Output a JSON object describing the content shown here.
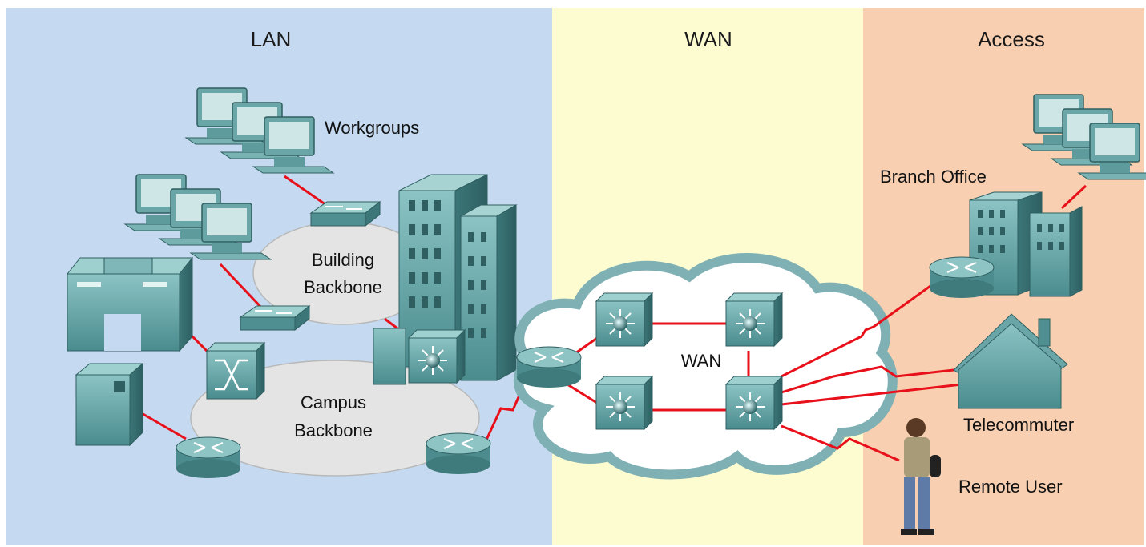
{
  "zones": {
    "lan": {
      "title": "LAN",
      "color": "#c5daf0"
    },
    "wan": {
      "title": "WAN",
      "color": "#fdfbd0"
    },
    "access": {
      "title": "Access",
      "color": "#f8cfb0"
    }
  },
  "labels": {
    "workgroups": "Workgroups",
    "building_backbone_line1": "Building",
    "building_backbone_line2": "Backbone",
    "campus_backbone_line1": "Campus",
    "campus_backbone_line2": "Backbone",
    "wan_cloud": "WAN",
    "branch_office": "Branch Office",
    "telecommuter": "Telecommuter",
    "remote_user": "Remote User"
  },
  "colors": {
    "link": "#e8101a",
    "device_teal": "#5f9ea0",
    "device_dark": "#3e7a7c",
    "backbone_ellipse": "#e4e4e4",
    "cloud_fill": "#ffffff",
    "cloud_stroke": "#7fb0b4"
  },
  "icons": [
    "workstation-icon",
    "workgroup-switch-icon",
    "server-icon",
    "tower-server-icon",
    "atm-switch-icon",
    "multilayer-switch-icon",
    "router-icon",
    "building-icon",
    "house-icon",
    "person-icon",
    "cloud-icon"
  ]
}
